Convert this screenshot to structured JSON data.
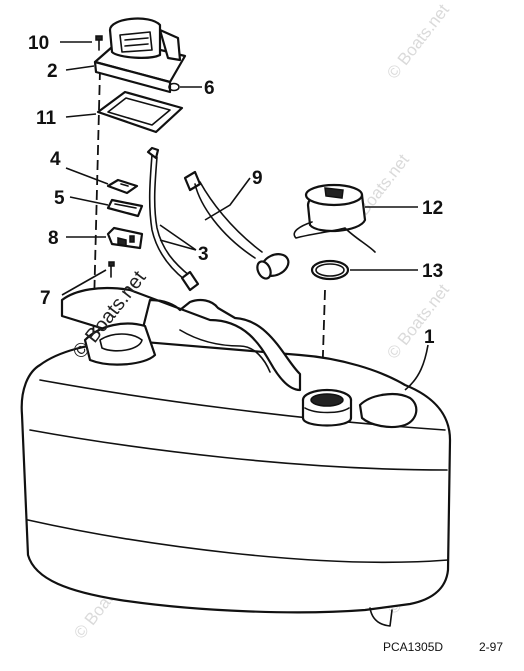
{
  "callouts": [
    "10",
    "2",
    "6",
    "11",
    "4",
    "5",
    "8",
    "7",
    "9",
    "3",
    "12",
    "13",
    "1"
  ],
  "drawing_code": "PCA1305D",
  "revision": "2-97",
  "watermark": "© Boats.net"
}
